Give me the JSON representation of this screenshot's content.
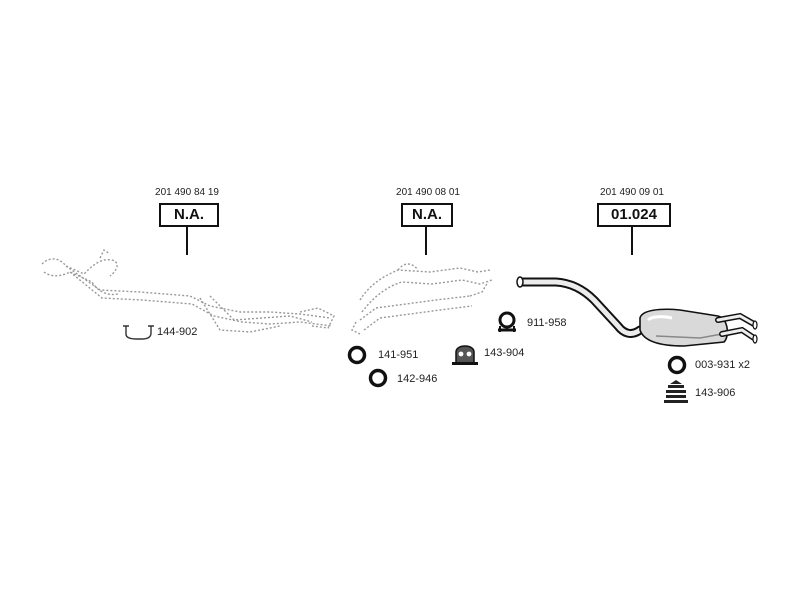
{
  "sections": [
    {
      "part_number": "201 490 84 19",
      "code": "N.A."
    },
    {
      "part_number": "201 490 08 01",
      "code": "N.A."
    },
    {
      "part_number": "201 490 09 01",
      "code": "01.024"
    }
  ],
  "accessories": [
    {
      "label": "144-902",
      "icon": "u-clamp-icon"
    },
    {
      "label": "141-951",
      "icon": "ring-gasket-icon"
    },
    {
      "label": "142-946",
      "icon": "ring-gasket-icon"
    },
    {
      "label": "143-904",
      "icon": "rubber-mount-icon"
    },
    {
      "label": "911-958",
      "icon": "pipe-clamp-icon"
    },
    {
      "label": "003-931 x2",
      "icon": "ring-gasket-icon"
    },
    {
      "label": "143-906",
      "icon": "mounting-bracket-icon"
    }
  ]
}
